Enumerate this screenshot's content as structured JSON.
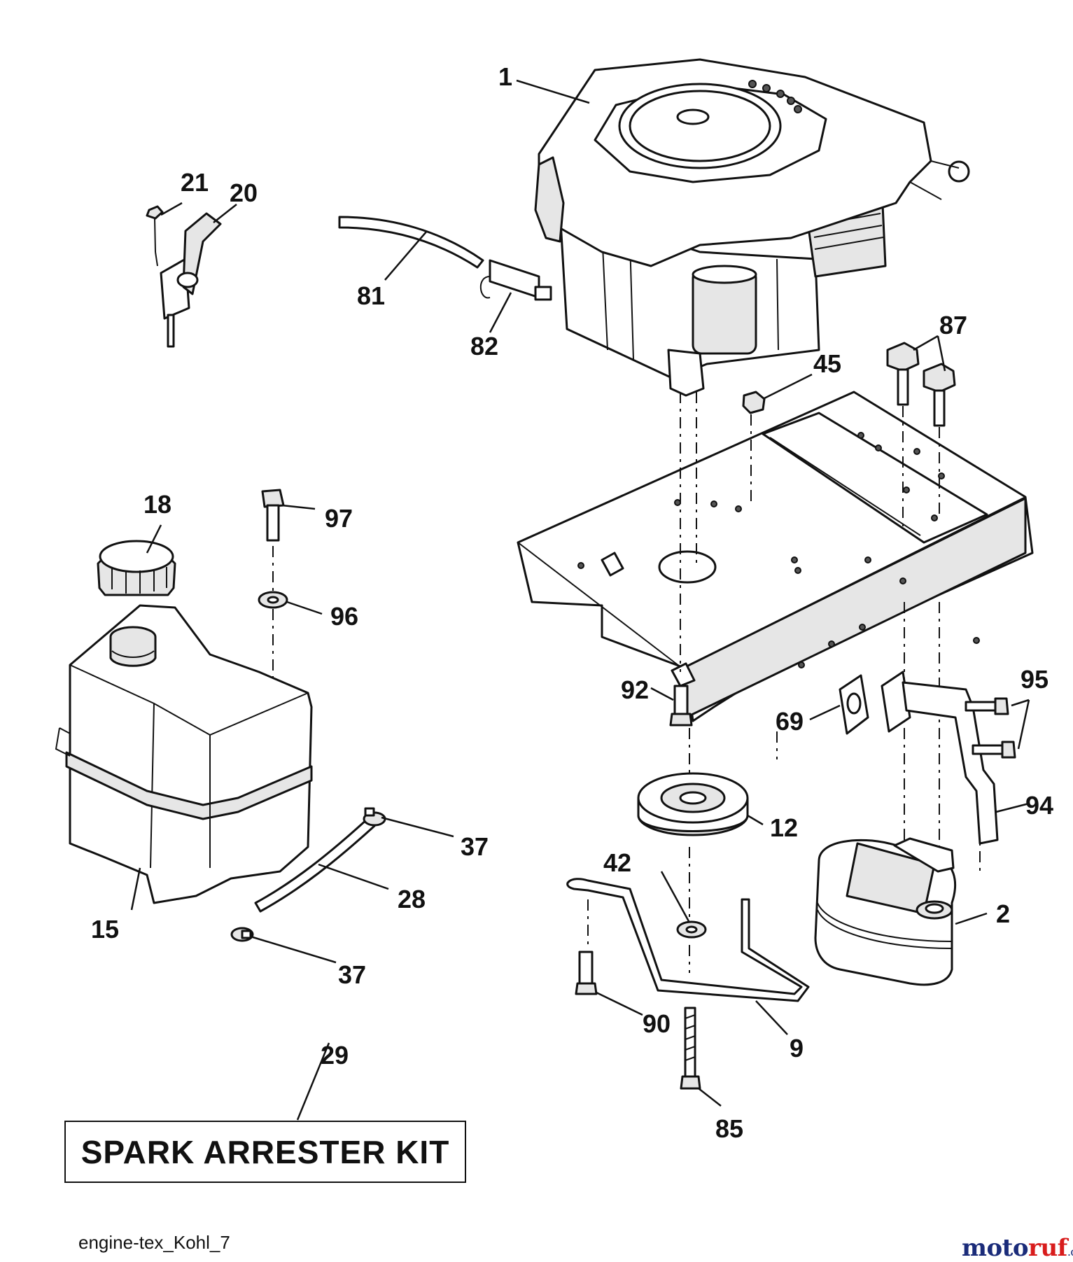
{
  "diagram": {
    "part_labels": {
      "p1": "1",
      "p2": "2",
      "p9": "9",
      "p12": "12",
      "p15": "15",
      "p18": "18",
      "p20": "20",
      "p21": "21",
      "p28": "28",
      "p29": "29",
      "p37a": "37",
      "p37b": "37",
      "p42": "42",
      "p45": "45",
      "p69": "69",
      "p81": "81",
      "p82": "82",
      "p85": "85",
      "p87": "87",
      "p90": "90",
      "p92": "92",
      "p94": "94",
      "p95": "95",
      "p96": "96",
      "p97": "97"
    },
    "kit_label": "SPARK ARRESTER KIT",
    "reference_code": "engine-tex_Kohl_7"
  },
  "watermark": {
    "part1": "moto",
    "part2": "ruf",
    "part3": ".de"
  },
  "colors": {
    "ink": "#111111",
    "watermark_blue": "#1b2c7a",
    "watermark_red": "#d81c1c"
  }
}
